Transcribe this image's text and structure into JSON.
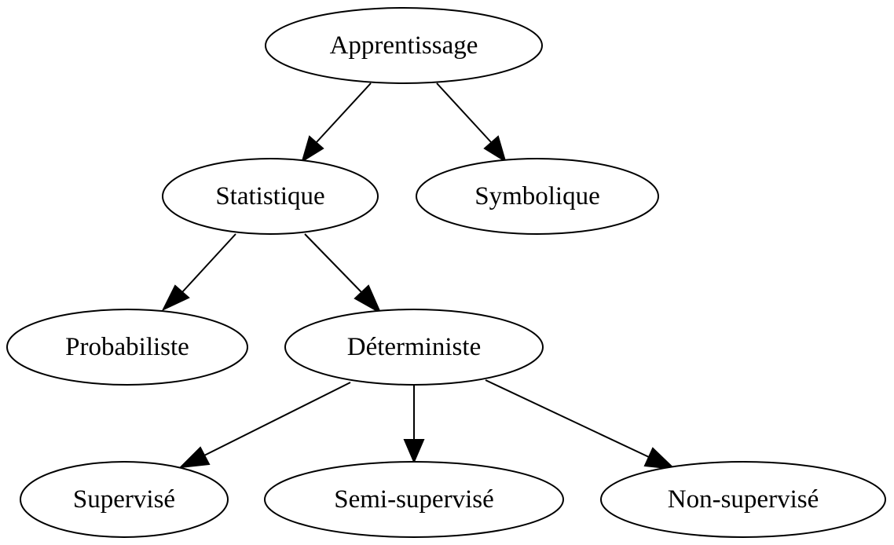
{
  "diagram": {
    "type": "tree",
    "nodes": {
      "apprentissage": "Apprentissage",
      "statistique": "Statistique",
      "symbolique": "Symbolique",
      "probabiliste": "Probabiliste",
      "deterministe": "Déterministe",
      "supervise": "Supervisé",
      "semi_supervise": "Semi-supervisé",
      "non_supervise": "Non-supervisé"
    },
    "edges": [
      [
        "apprentissage",
        "statistique"
      ],
      [
        "apprentissage",
        "symbolique"
      ],
      [
        "statistique",
        "probabiliste"
      ],
      [
        "statistique",
        "deterministe"
      ],
      [
        "deterministe",
        "supervise"
      ],
      [
        "deterministe",
        "semi_supervise"
      ],
      [
        "deterministe",
        "non_supervise"
      ]
    ]
  }
}
